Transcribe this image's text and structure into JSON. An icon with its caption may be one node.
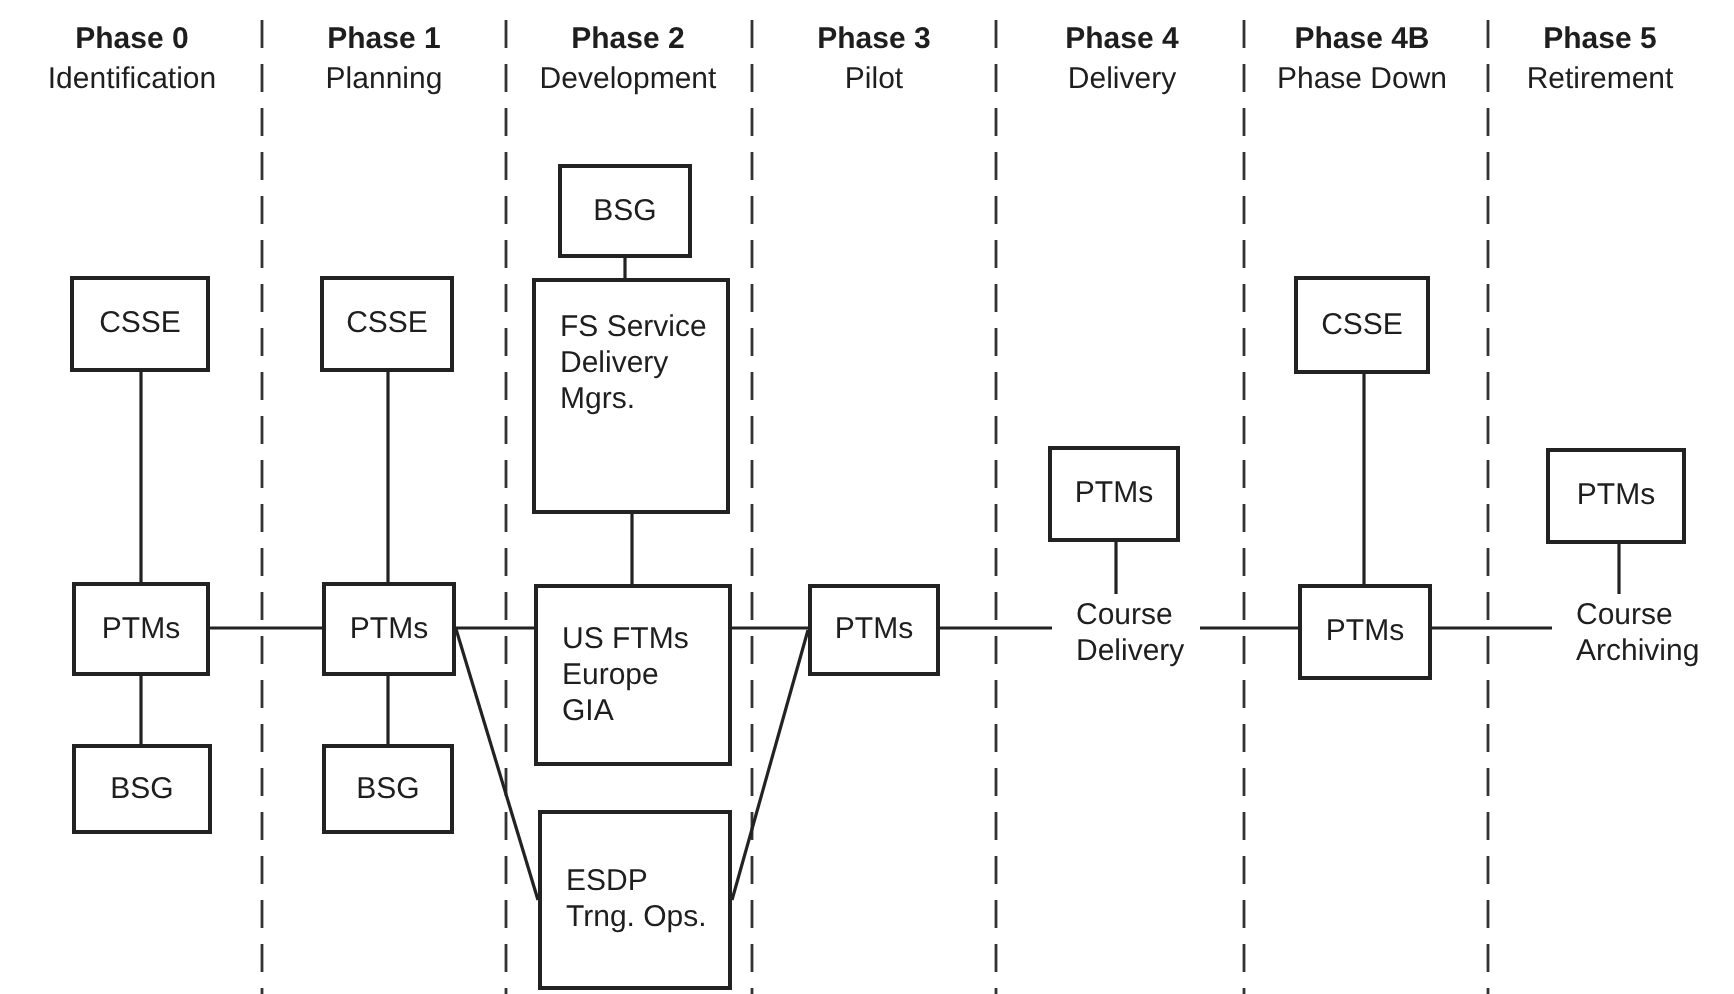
{
  "diagram": {
    "nodes": [
      {
        "text": [
          "CSSE"
        ]
      },
      {
        "text": [
          "PTMs"
        ]
      },
      {
        "text": [
          "BSG"
        ]
      },
      {
        "text": [
          "CSSE"
        ]
      },
      {
        "text": [
          "PTMs"
        ]
      },
      {
        "text": [
          "BSG"
        ]
      },
      {
        "text": [
          "BSG"
        ]
      },
      {
        "text": [
          "FS Service Delivery Mgrs."
        ]
      },
      {
        "text": [
          "US FTMs Europe GIA"
        ]
      },
      {
        "text": [
          "ESDP Trng. Ops."
        ]
      },
      {
        "text": [
          "PTMs"
        ]
      },
      {
        "text": [
          "PTMs"
        ]
      },
      {
        "text": [
          "Course Delivery"
        ]
      },
      {
        "text": [
          "CSSE"
        ]
      },
      {
        "text": [
          "PTMs"
        ]
      },
      {
        "text": [
          "PTMs"
        ]
      },
      {
        "text": [
          "Course Archiving"
        ]
      }
    ],
    "edges": [
      {
        "from": 0,
        "to": 1,
        "arrow": "none"
      },
      {
        "from": 1,
        "to": 2,
        "arrow": "none"
      },
      {
        "from": 1,
        "to": 4,
        "arrow": "none"
      },
      {
        "from": 3,
        "to": 4,
        "arrow": "none"
      },
      {
        "from": 4,
        "to": 5,
        "arrow": "none"
      },
      {
        "from": 6,
        "to": 7,
        "arrow": "none"
      },
      {
        "from": 7,
        "to": 8,
        "arrow": "none"
      },
      {
        "from": 4,
        "to": 8,
        "arrow": "none"
      },
      {
        "from": 4,
        "to": 9,
        "arrow": "none"
      },
      {
        "from": 8,
        "to": 10,
        "arrow": "none"
      },
      {
        "from": 9,
        "to": 10,
        "arrow": "none"
      },
      {
        "from": 10,
        "to": 12,
        "arrow": "none"
      },
      {
        "from": 11,
        "to": 12,
        "arrow": "none"
      },
      {
        "from": 12,
        "to": 14,
        "arrow": "none"
      },
      {
        "from": 13,
        "to": 14,
        "arrow": "none"
      },
      {
        "from": 14,
        "to": 16,
        "arrow": "none"
      },
      {
        "from": 15,
        "to": 16,
        "arrow": "none"
      }
    ],
    "labels": [
      "Phase 0",
      "Identification",
      "Phase 1",
      "Planning",
      "Phase 2",
      "Development",
      "Phase 3",
      "Pilot",
      "Phase 4",
      "Delivery",
      "Phase 4B",
      "Phase Down",
      "Phase 5",
      "Retirement"
    ]
  }
}
